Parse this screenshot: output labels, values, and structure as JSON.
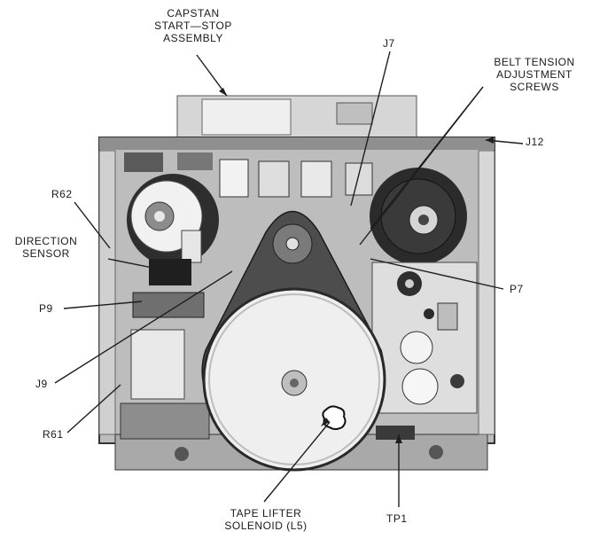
{
  "labels": {
    "capstan": [
      "CAPSTAN",
      "START—STOP",
      "ASSEMBLY"
    ],
    "j7": "J7",
    "belt_tension": [
      "BELT TENSION",
      "ADJUSTMENT",
      "SCREWS"
    ],
    "j12": "J12",
    "r62": "R62",
    "direction_sensor": [
      "DIRECTION",
      "SENSOR"
    ],
    "p9": "P9",
    "p7": "P7",
    "j9": "J9",
    "r61": "R61",
    "tape_lifter": [
      "TAPE LIFTER",
      "SOLENOID (L5)"
    ],
    "tp1": "TP1"
  },
  "colors": {
    "chassis": "#bdbdbd",
    "dark": "#2a2a2a",
    "mid": "#6e6e6e",
    "light": "#e4e4e4",
    "leader": "#1e1e1e"
  }
}
